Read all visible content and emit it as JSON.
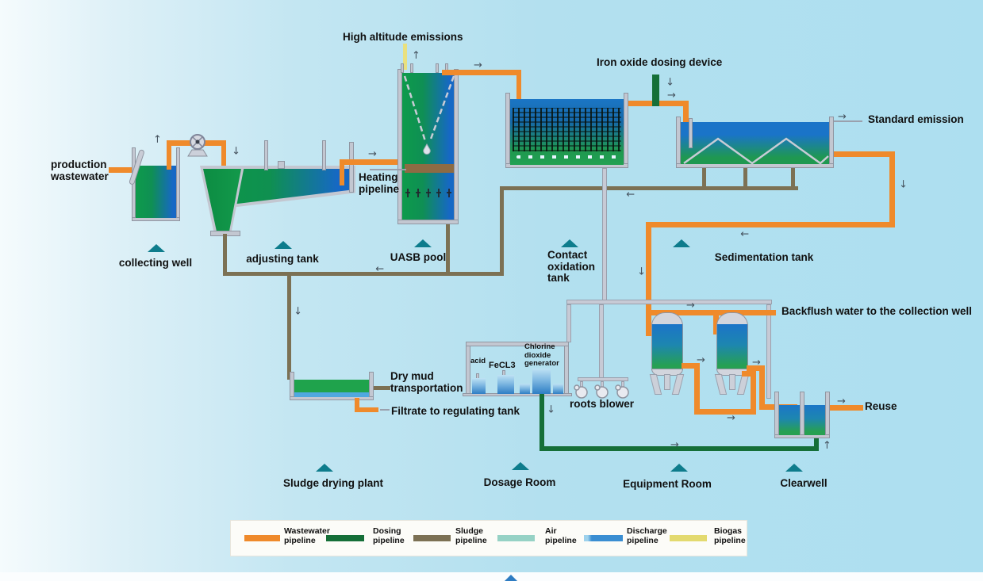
{
  "labels": {
    "high_altitude": "High altitude emissions",
    "iron_oxide": "Iron oxide dosing device",
    "standard_emission": "Standard emission",
    "production": {
      "l1": "production",
      "l2": "wastewater"
    },
    "heating": {
      "l1": "Heating",
      "l2": "pipeline"
    },
    "backflush": "Backflush water to the collection well",
    "dry_mud": {
      "l1": "Dry mud",
      "l2": "transportation"
    },
    "filtrate": "Filtrate to regulating tank",
    "reuse": "Reuse",
    "roots_blower": "roots blower",
    "acid": "acid",
    "fecl3": "FeCL3",
    "chlorine": {
      "l1": "Chlorine",
      "l2": "dioxide",
      "l3": "generator"
    }
  },
  "units": {
    "collecting_well": "collecting well",
    "adjusting_tank": "adjusting tank",
    "uasb_pool": "UASB pool",
    "contact": {
      "l1": "Contact",
      "l2": "oxidation",
      "l3": "tank"
    },
    "sedimentation_tank": "Sedimentation tank",
    "sludge_drying_plant": "Sludge drying plant",
    "dosage_room": "Dosage Room",
    "equipment_room": "Equipment Room",
    "clearwell": "Clearwell"
  },
  "legend": {
    "items": [
      {
        "l1": "Wastewater",
        "l2": "pipeline",
        "color": "#ef8a2b"
      },
      {
        "l1": "Dosing",
        "l2": "pipeline",
        "color": "#156f38"
      },
      {
        "l1": "Sludge",
        "l2": "pipeline",
        "color": "#7c7154"
      },
      {
        "l1": "Air",
        "l2": "pipeline",
        "color": "#96d2c5"
      },
      {
        "l1": "Discharge",
        "l2": "pipeline",
        "color": "#3a8ed2"
      },
      {
        "l1": "Biogas",
        "l2": "pipeline",
        "color": "#e3da6f"
      }
    ]
  },
  "colors": {
    "wastewater_pipe": "#ef8a2b",
    "dosing_pipe": "#156f38",
    "sludge_pipe": "#7c7154",
    "air_pipe": "#96d2c5",
    "discharge_pipe": "#3a8ed2",
    "biogas_pipe": "#e9e07e",
    "tank_wall": "#c3c7d1",
    "water_green": "#0d9b4b",
    "water_blue": "#1668c5",
    "marker_teal": "#0d7c8c",
    "heating_bar": "#8d6b44"
  }
}
